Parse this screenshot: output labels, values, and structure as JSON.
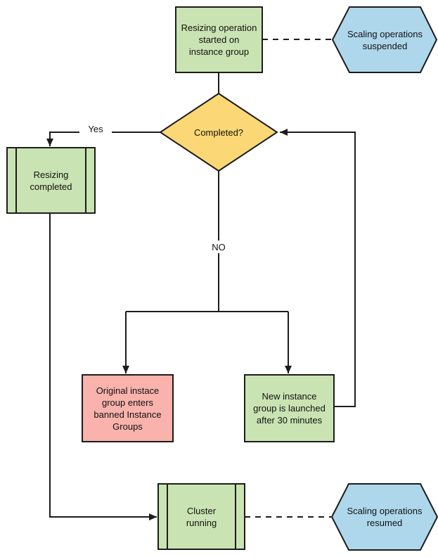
{
  "diagram": {
    "type": "flowchart",
    "colors": {
      "process_green": "#cae3b2",
      "decision_yellow": "#fbd875",
      "terminal_blue": "#aed7ec",
      "alert_red": "#f9b2ac",
      "stroke": "#1c1c1c"
    },
    "nodes": {
      "start": {
        "label": "Resizing operation\nstarted on\ninstance group",
        "shape": "process"
      },
      "suspended": {
        "label": "Scaling operations\nsuspended",
        "shape": "hexagon"
      },
      "decision": {
        "label": "Completed?",
        "shape": "decision"
      },
      "resizing_completed": {
        "label": "Resizing\ncompleted",
        "shape": "predefined-process"
      },
      "banned": {
        "label": "Original instace\ngroup enters\nbanned Instance\nGroups",
        "shape": "process"
      },
      "new_group": {
        "label": "New instance\ngroup is launched\nafter 30 minutes",
        "shape": "process"
      },
      "cluster": {
        "label": "Cluster\nrunning",
        "shape": "predefined-process"
      },
      "resumed": {
        "label": "Scaling operations\nresumed",
        "shape": "hexagon"
      }
    },
    "edge_labels": {
      "yes": "Yes",
      "no": "NO"
    }
  }
}
